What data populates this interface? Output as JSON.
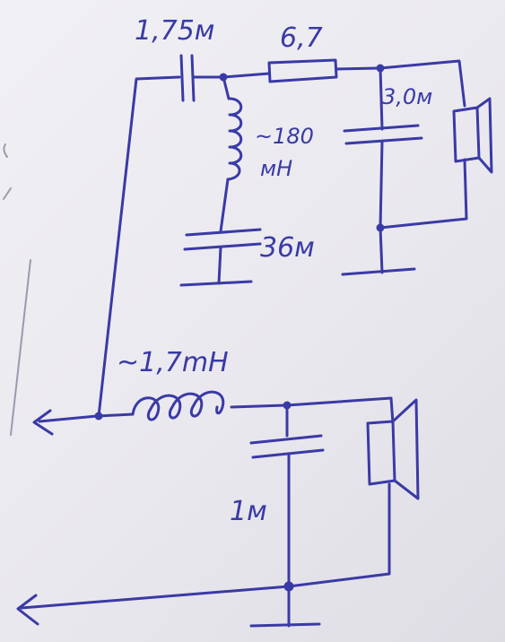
{
  "labels": {
    "series_cap": "1,75м",
    "resistor": "6,7",
    "tweeter_cap": "3,0м",
    "notch_inductor_value": "~180",
    "notch_inductor_unit": "мН",
    "notch_cap": "36м",
    "woofer_inductor": "~1,7mH",
    "woofer_cap": "1м"
  },
  "colors": {
    "ink": "#3a3aa6",
    "paper": "#ebeaef"
  },
  "icons": {
    "tweeter": "speaker-icon",
    "woofer": "speaker-icon",
    "input_positive": "arrow-left-icon",
    "input_negative": "arrow-left-icon"
  }
}
